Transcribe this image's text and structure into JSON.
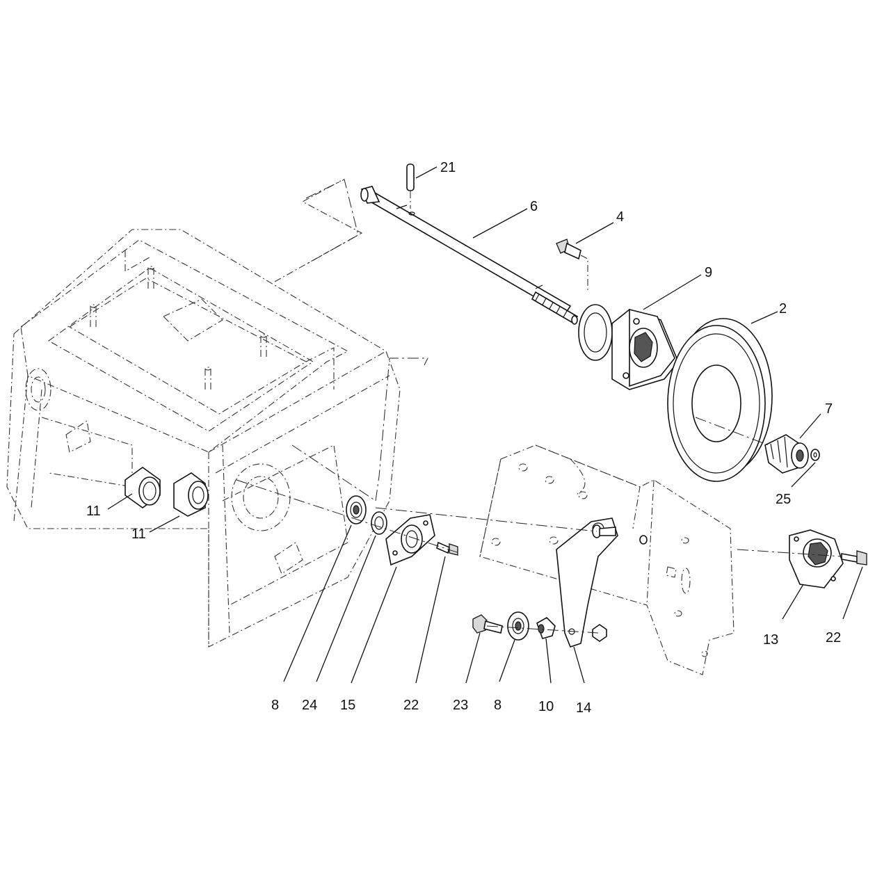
{
  "callouts": [
    {
      "id": "c21",
      "label": "21"
    },
    {
      "id": "c6",
      "label": "6"
    },
    {
      "id": "c4",
      "label": "4"
    },
    {
      "id": "c9",
      "label": "9"
    },
    {
      "id": "c2",
      "label": "2"
    },
    {
      "id": "c7",
      "label": "7"
    },
    {
      "id": "c25",
      "label": "25"
    },
    {
      "id": "c11a",
      "label": "11"
    },
    {
      "id": "c11b",
      "label": "11"
    },
    {
      "id": "c8a",
      "label": "8"
    },
    {
      "id": "c24",
      "label": "24"
    },
    {
      "id": "c15",
      "label": "15"
    },
    {
      "id": "c22a",
      "label": "22"
    },
    {
      "id": "c23",
      "label": "23"
    },
    {
      "id": "c8b",
      "label": "8"
    },
    {
      "id": "c10",
      "label": "10"
    },
    {
      "id": "c14",
      "label": "14"
    },
    {
      "id": "c13",
      "label": "13"
    },
    {
      "id": "c22b",
      "label": "22"
    }
  ]
}
